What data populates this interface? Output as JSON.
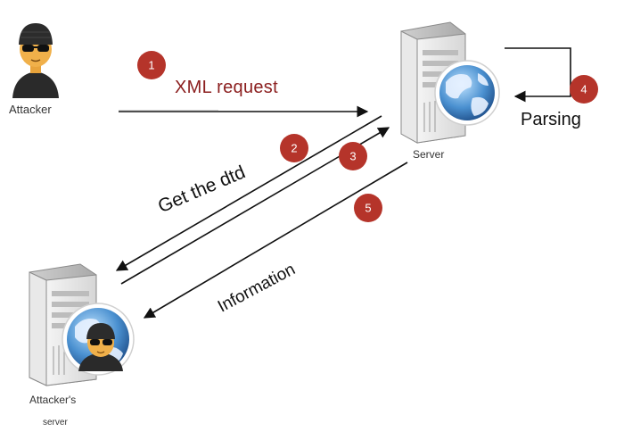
{
  "labels": {
    "attacker": "Attacker",
    "server": "Server",
    "attackers_server_line1": "Attacker's",
    "attackers_server_line2": "server",
    "xml_request": "XML request",
    "parsing": "Parsing",
    "get_dtd": "Get the dtd",
    "information": "Information"
  },
  "steps": [
    "1",
    "2",
    "3",
    "4",
    "5"
  ],
  "icons": {
    "attacker": "hacker-avatar-icon",
    "server": "web-server-globe-icon",
    "attackers_server": "hacker-server-icon"
  },
  "colors": {
    "step_badge": "#b5342a",
    "xml_request_text": "#8b1e1e",
    "arrow": "#111111",
    "globe_blue": "#2b6fb0"
  }
}
